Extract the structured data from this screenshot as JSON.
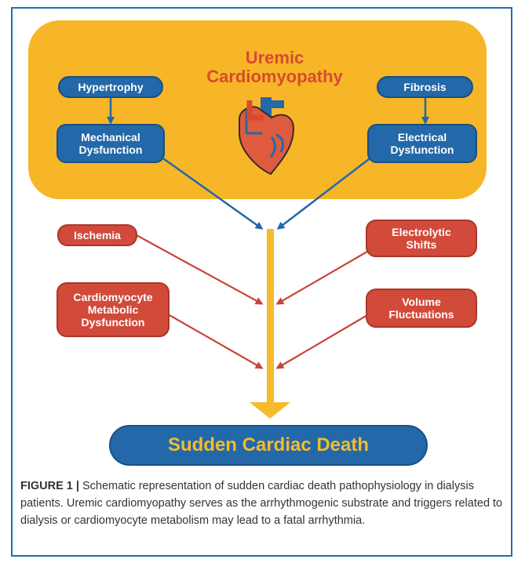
{
  "title": "Uremic\nCardiomyopathy",
  "nodes": {
    "hypertrophy": "Hypertrophy",
    "fibrosis": "Fibrosis",
    "mechanical": "Mechanical\nDysfunction",
    "electrical": "Electrical\nDysfunction",
    "ischemia": "Ischemia",
    "electrolytic": "Electrolytic\nShifts",
    "metabolic": "Cardiomyocyte\nMetabolic\nDysfunction",
    "volume": "Volume\nFluctuations"
  },
  "outcome": "Sudden Cardiac Death",
  "caption": {
    "lead": "FIGURE 1 |",
    "text": " Schematic representation of sudden cardiac death pathophysiology in dialysis patients. Uremic cardiomyopathy serves as the arrhythmogenic substrate and triggers related to dialysis or cardiomyocyte metabolism may lead to a fatal arrhythmia."
  },
  "colors": {
    "substrate_panel": "#f6b628",
    "substrate_node": "#2368a8",
    "trigger_node": "#d24a3a",
    "main_arrow": "#f5bb2a",
    "outcome_text": "#f5bb2a"
  },
  "icons": [
    "heart-icon"
  ]
}
